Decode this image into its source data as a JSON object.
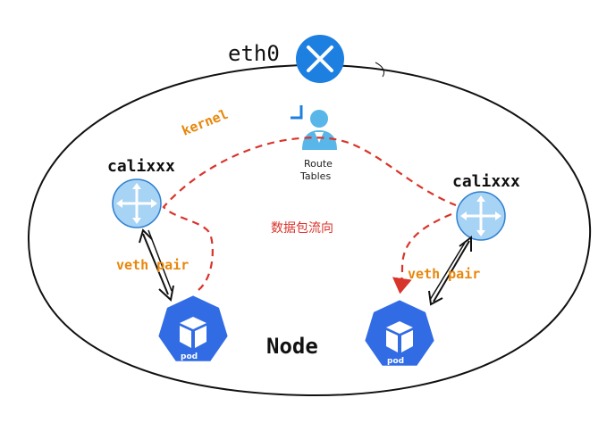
{
  "interface": {
    "name": "eth0"
  },
  "node": {
    "label": "Node"
  },
  "kernel": {
    "label": "kernel"
  },
  "route_tables": {
    "line1": "Route",
    "line2": "Tables"
  },
  "flow": {
    "label": "数据包流向"
  },
  "left": {
    "cali_label": "calixxx",
    "veth_label": "veth pair",
    "pod_label": "pod"
  },
  "right": {
    "cali_label": "calixxx",
    "veth_label": "veth pair",
    "pod_label": "pod"
  },
  "colors": {
    "eth_blue": "#1d7fe0",
    "router_fill": "#a7d3f4",
    "router_stroke": "#2f7fd0",
    "pod_blue": "#326ce5",
    "dashed_red": "#d9342b",
    "orange": "#e8870c",
    "person_blue": "#58b6e8"
  }
}
